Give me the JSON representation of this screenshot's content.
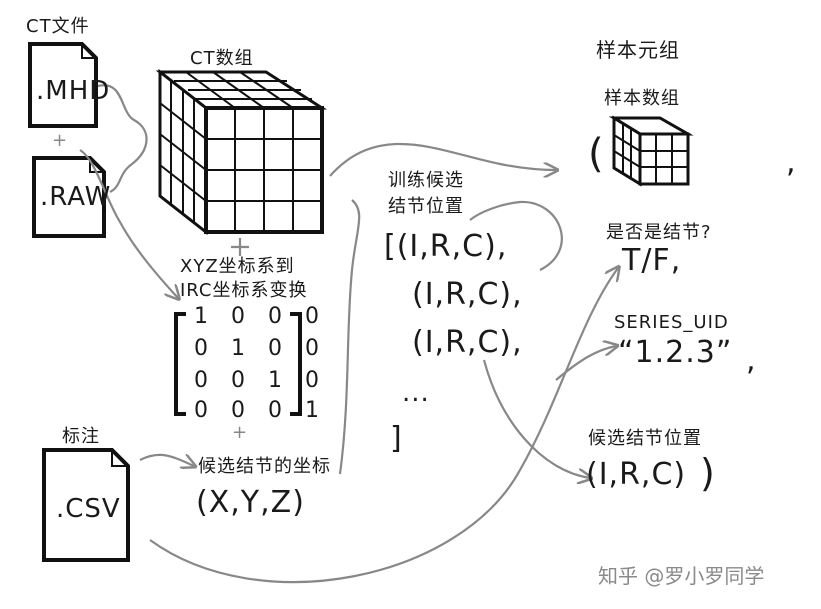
{
  "ct_files": {
    "title": "CT文件",
    "mhd": ".MHD",
    "plus": "+",
    "raw": ".RAW"
  },
  "ct_array": {
    "title": "CT数组",
    "plus": "+"
  },
  "transform": {
    "line1": "XYZ坐标系到",
    "line2": "IRC坐标系变换",
    "matrix": [
      "1 0 0 0",
      "0 1 0 0",
      "0 0 1 0",
      "0 0 0 1"
    ],
    "plus": "+"
  },
  "annotation": {
    "title": "标注",
    "csv": ".CSV"
  },
  "candidate_coords": {
    "label": "候选结节的坐标",
    "value": "(X,Y,Z)"
  },
  "train_candidates": {
    "line1": "训练候选",
    "line2": "结节位置",
    "rows": [
      "[(I,R,C),",
      "(I,R,C),",
      "(I,R,C),",
      "...",
      "]"
    ]
  },
  "sample_tuple": {
    "title": "样本元组",
    "array_label": "样本数组",
    "open_paren": "(",
    "comma": ",",
    "is_nodule_label": "是否是结节?",
    "is_nodule_value": "T/F,",
    "series_label": "SERIES_UID",
    "series_value": "“1.2.3”",
    "series_comma": ",",
    "position_label": "候选结节位置",
    "position_value": "(I,R,C)",
    "close_paren": ")"
  },
  "watermark": "知乎 @罗小罗同学",
  "colors": {
    "ink": "#1a1a1a",
    "arrow": "#888888",
    "watermark": "#8a8a8a"
  }
}
